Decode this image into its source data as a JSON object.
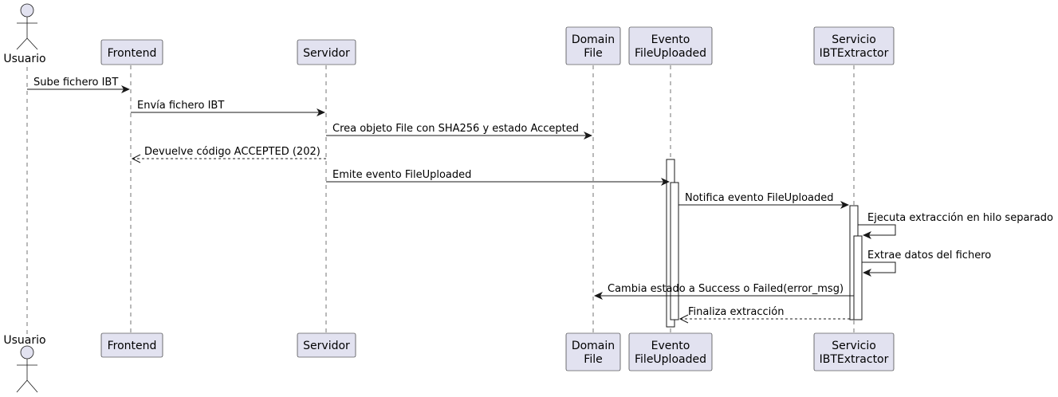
{
  "diagram": {
    "participants": [
      {
        "id": "usuario",
        "kind": "actor",
        "lines": [
          "Usuario"
        ]
      },
      {
        "id": "frontend",
        "kind": "box",
        "lines": [
          "Frontend"
        ]
      },
      {
        "id": "servidor",
        "kind": "box",
        "lines": [
          "Servidor"
        ]
      },
      {
        "id": "domain_file",
        "kind": "box",
        "lines": [
          "Domain",
          "File"
        ]
      },
      {
        "id": "evento",
        "kind": "box",
        "lines": [
          "Evento",
          "FileUploaded"
        ]
      },
      {
        "id": "servicio",
        "kind": "box",
        "lines": [
          "Servicio",
          "IBTExtractor"
        ]
      }
    ],
    "messages": [
      {
        "from": "usuario",
        "to": "frontend",
        "label": "Sube fichero IBT",
        "style": "solid"
      },
      {
        "from": "frontend",
        "to": "servidor",
        "label": "Envía fichero IBT",
        "style": "solid"
      },
      {
        "from": "servidor",
        "to": "domain_file",
        "label": "Crea objeto File con SHA256 y estado Accepted",
        "style": "solid"
      },
      {
        "from": "servidor",
        "to": "frontend",
        "label": "Devuelve código ACCEPTED (202)",
        "style": "dashed"
      },
      {
        "from": "servidor",
        "to": "evento",
        "label": "Emite evento FileUploaded",
        "style": "solid"
      },
      {
        "from": "evento",
        "to": "servicio",
        "label": "Notifica evento FileUploaded",
        "style": "solid"
      },
      {
        "from": "servicio",
        "to": "servicio",
        "label": "Ejecuta extracción en hilo separado",
        "style": "solid"
      },
      {
        "from": "servicio",
        "to": "servicio",
        "label": "Extrae datos del fichero",
        "style": "solid"
      },
      {
        "from": "servicio",
        "to": "domain_file",
        "label": "Cambia estado a Success o Failed(error_msg)",
        "style": "solid"
      },
      {
        "from": "servicio",
        "to": "evento",
        "label": "Finaliza extracción",
        "style": "dashed"
      }
    ]
  }
}
